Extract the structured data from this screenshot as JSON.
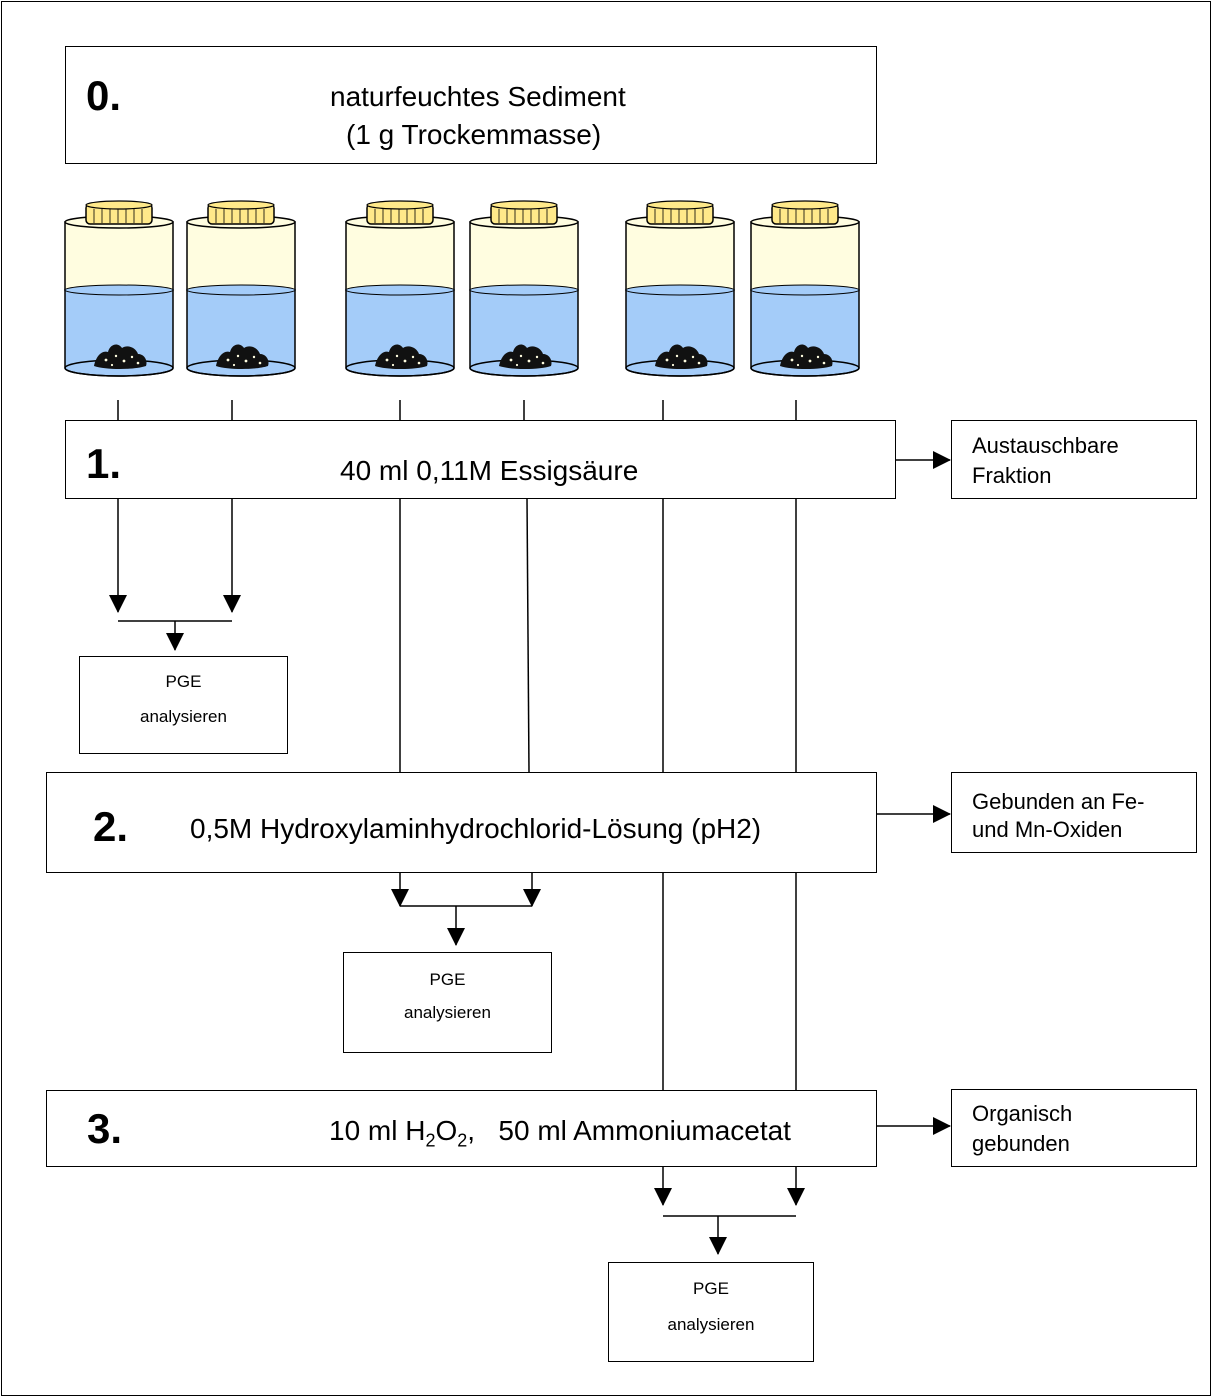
{
  "step0": {
    "number": "0.",
    "line1": "naturfeuchtes Sediment",
    "line2": "(1 g Trockemmasse)"
  },
  "step1": {
    "number": "1.",
    "text": "40 ml 0,11M Essigsäure",
    "result_line1": "Austauschbare",
    "result_line2": "Fraktion"
  },
  "step2": {
    "number": "2.",
    "text": "0,5M Hydroxylaminhydrochlorid-Lösung (pH2)",
    "result_line1": "Gebunden an Fe-",
    "result_line2": "und Mn-Oxiden"
  },
  "step3": {
    "number": "3.",
    "text_a": "10 ml H",
    "sub_a": "2",
    "text_b": "O",
    "sub_b": "2",
    "text_c": ",   50 ml Ammoniumacetat",
    "result_line1": "Organisch",
    "result_line2": "gebunden"
  },
  "analysis": {
    "line1": "PGE",
    "line2": "analysieren"
  },
  "colors": {
    "cap": "#ffe98a",
    "jar_top": "#fffde0",
    "liquid": "#a4ccf9",
    "sediment": "#111111"
  }
}
